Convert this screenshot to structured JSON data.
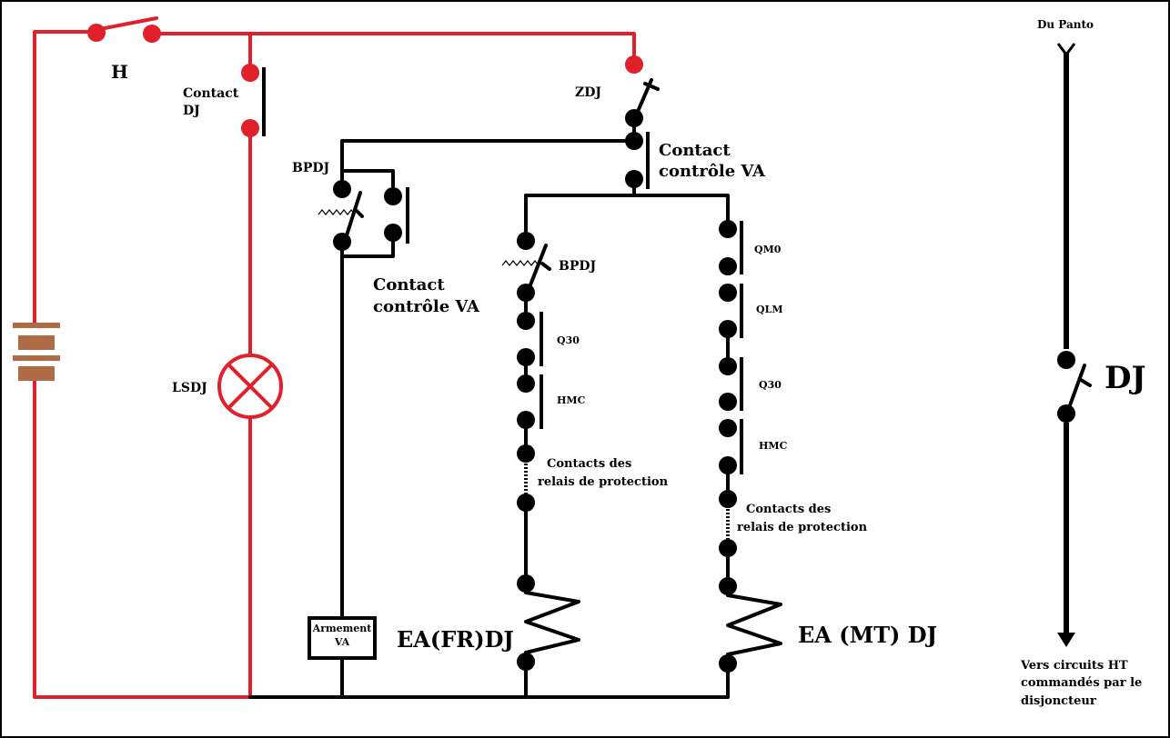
{
  "colors": {
    "live_wire": "#e0202a",
    "control_wire": "#000000",
    "battery_plate": "#b06a44",
    "background": "#ffffff"
  },
  "labels": {
    "h": "H",
    "contact_dj_line1": "Contact",
    "contact_dj_line2": "DJ",
    "zdj": "ZDJ",
    "contact_va_top_line1": "Contact",
    "contact_va_top_line2": "contrôle VA",
    "bpdj_left": "BPDJ",
    "contact_va_left_line1": "Contact",
    "contact_va_left_line2": "contrôle VA",
    "lsdj": "LSDJ",
    "armement_line1": "Armement",
    "armement_line2": "VA",
    "bpdj_mid": "BPDJ",
    "q30_left": "Q30",
    "hmc_left": "HMC",
    "relais_left_line1": "Contacts des",
    "relais_left_line2": "relais de protection",
    "ea_fr": "EA(FR)DJ",
    "qm0": "QM0",
    "qlm": "QLM",
    "q30_right": "Q30",
    "hmc_right": "HMC",
    "relais_right_line1": "Contacts des",
    "relais_right_line2": "relais de protection",
    "ea_mt": "EA (MT) DJ",
    "du_panto": "Du Panto",
    "dj_big": "DJ",
    "vers_line1": "Vers circuits HT",
    "vers_line2": "commandés par le",
    "vers_line3": "disjoncteur"
  },
  "icons": [
    "battery-icon",
    "lamp-icon",
    "switch-icon",
    "contact-icon",
    "coil-icon",
    "arrow-down-icon"
  ]
}
